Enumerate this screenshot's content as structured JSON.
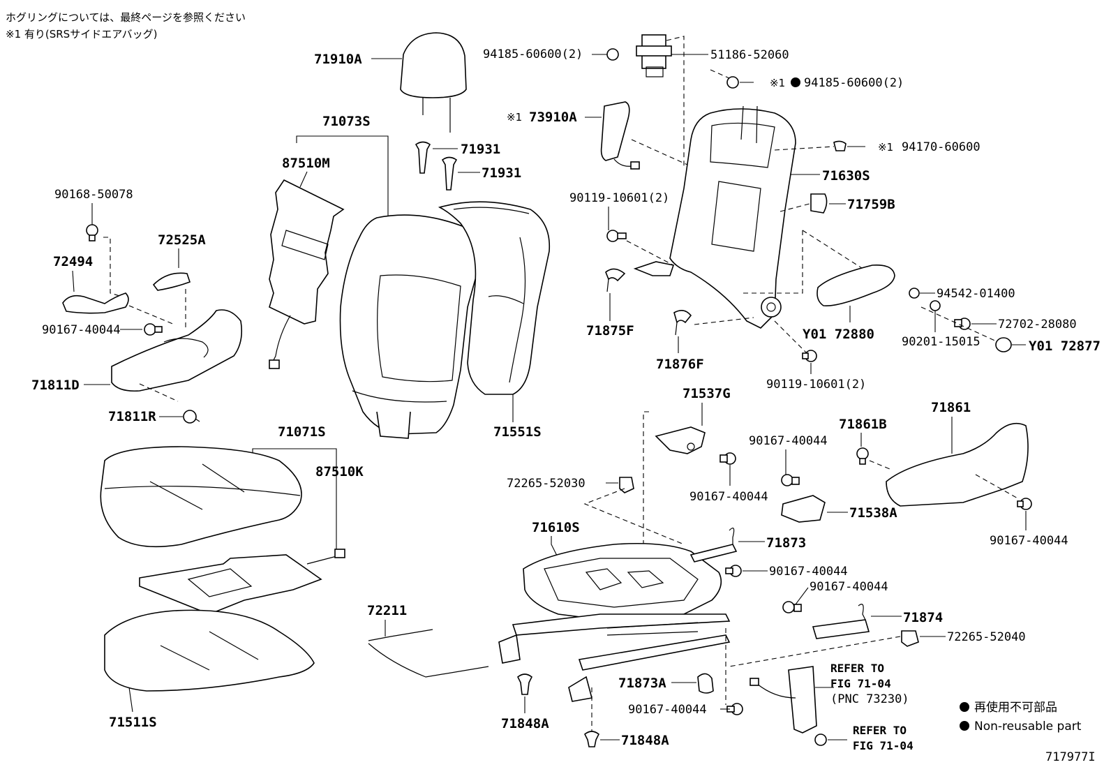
{
  "notes": {
    "line1": "ホグリングについては、最終ページを参照ください",
    "line2": "※1 有り(SRSサイドエアバッグ)"
  },
  "labels": {
    "p71910A": "71910A",
    "p71073S": "71073S",
    "p87510M": "87510M",
    "p71931a": "71931",
    "p71931b": "71931",
    "p90168": "90168-50078",
    "p72525A": "72525A",
    "p72494": "72494",
    "p90167_left": "90167-40044",
    "p71811D": "71811D",
    "p71811R": "71811R",
    "p71551S": "71551S",
    "p71071S": "71071S",
    "p87510K": "87510K",
    "p71511S": "71511S",
    "p72211": "72211",
    "p71848A_a": "71848A",
    "p71848A_b": "71848A",
    "p94185_top": "94185-60600(2)",
    "p51186": "51186-52060",
    "p94185_mark": "94185-60600(2)",
    "mark_1a": "※1",
    "p73910A": "73910A",
    "mark_1b": "※1",
    "p94170": "94170-60600",
    "mark_1c": "※1",
    "p71630S": "71630S",
    "p90119_a": "90119-10601(2)",
    "p71759B": "71759B",
    "p94542": "94542-01400",
    "p72702": "72702-28080",
    "p90201": "90201-15015",
    "p72877": "Y01 72877",
    "p72880": "Y01 72880",
    "p71875F": "71875F",
    "p71876F": "71876F",
    "p90119_b": "90119-10601(2)",
    "p71537G": "71537G",
    "p90167_a": "90167-40044",
    "p90167_b": "90167-40044",
    "p71538A": "71538A",
    "p71861B": "71861B",
    "p71861": "71861",
    "p90167_c": "90167-40044",
    "p72265_a": "72265-52030",
    "p71610S": "71610S",
    "p71873": "71873",
    "p90167_d": "90167-40044",
    "p90167_e": "90167-40044",
    "p71874": "71874",
    "p72265_b": "72265-52040",
    "p71873A": "71873A",
    "p90167_f": "90167-40044",
    "ref1_a": "REFER TO",
    "ref1_b": "FIG 71-04",
    "ref1_c": "(PNC 73230)",
    "ref2_a": "REFER TO",
    "ref2_b": "FIG 71-04",
    "diagram_id": "717977I"
  },
  "legend": {
    "jp": "再使用不可部品",
    "en": "Non-reusable part"
  }
}
